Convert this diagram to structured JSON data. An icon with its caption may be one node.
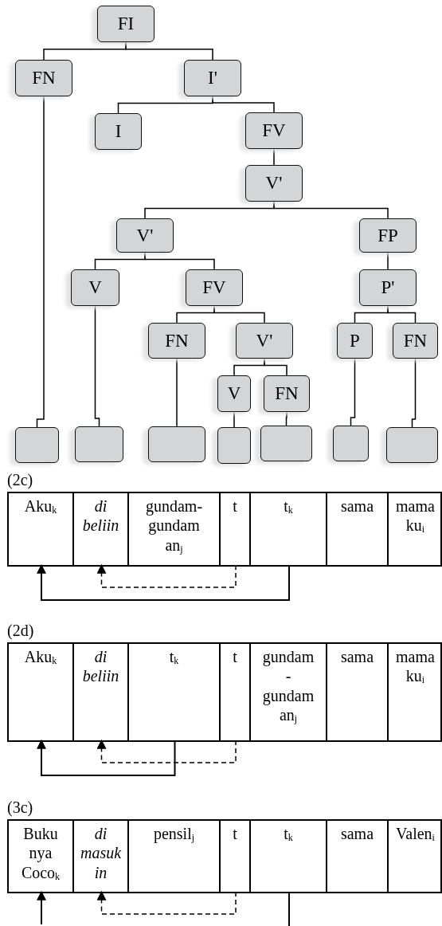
{
  "diagram": {
    "nodes": [
      {
        "text": [
          "FI"
        ]
      },
      {
        "text": [
          "FN"
        ]
      },
      {
        "text": [
          "I'"
        ]
      },
      {
        "text": [
          "I"
        ]
      },
      {
        "text": [
          "FV"
        ]
      },
      {
        "text": [
          "V'"
        ]
      },
      {
        "text": [
          "V'"
        ]
      },
      {
        "text": [
          "FP"
        ]
      },
      {
        "text": [
          "V"
        ]
      },
      {
        "text": [
          "FV"
        ]
      },
      {
        "text": [
          "P'"
        ]
      },
      {
        "text": [
          "FN"
        ]
      },
      {
        "text": [
          "V'"
        ]
      },
      {
        "text": [
          "P"
        ]
      },
      {
        "text": [
          "FN"
        ]
      },
      {
        "text": [
          "V"
        ]
      },
      {
        "text": [
          "FN"
        ]
      },
      {
        "text": [],
        "shape": "box"
      },
      {
        "text": [],
        "shape": "box"
      },
      {
        "text": [],
        "shape": "box"
      },
      {
        "text": [],
        "shape": "box"
      },
      {
        "text": [],
        "shape": "box"
      },
      {
        "text": [],
        "shape": "box"
      },
      {
        "text": [],
        "shape": "box"
      },
      {
        "text": [
          "(2c)"
        ]
      },
      {
        "text": [
          "Aku$_{k}$"
        ],
        "in": 24
      },
      {
        "text": [
          "di beliin"
        ],
        "in": 24
      },
      {
        "text": [
          "gundam- gundam an$_{j}$"
        ],
        "in": 24
      },
      {
        "text": [
          "t"
        ],
        "in": 24
      },
      {
        "text": [
          "t$_{k}$"
        ],
        "in": 24
      },
      {
        "text": [
          "sama"
        ],
        "in": 24
      },
      {
        "text": [
          "mama ku$_{i}$"
        ],
        "in": 24
      },
      {
        "text": [
          "(2d)"
        ]
      },
      {
        "text": [
          "Aku$_{k}$"
        ],
        "in": 32
      },
      {
        "text": [
          "di beliin"
        ],
        "in": 32
      },
      {
        "text": [
          "t$_{k}$"
        ],
        "in": 32
      },
      {
        "text": [
          "t"
        ],
        "in": 32
      },
      {
        "text": [
          "gundam - gundam an$_{j}$"
        ],
        "in": 32
      },
      {
        "text": [
          "sama"
        ],
        "in": 32
      },
      {
        "text": [
          "mama ku$_{i}$"
        ],
        "in": 32
      },
      {
        "text": [
          "(3c)"
        ]
      },
      {
        "text": [
          "Buku nya Coco$_{k}$"
        ],
        "in": 40
      },
      {
        "text": [
          "di masuk in"
        ],
        "in": 40
      },
      {
        "text": [
          "pensil$_{j}$"
        ],
        "in": 40
      },
      {
        "text": [
          "t"
        ],
        "in": 40
      },
      {
        "text": [
          "t$_{k}$"
        ],
        "in": 40
      },
      {
        "text": [
          "sama"
        ],
        "in": 40
      },
      {
        "text": [
          "Valen$_{i}$"
        ],
        "in": 40
      }
    ],
    "edges": [
      {
        "from": 0,
        "to": 1,
        "arrow": "none"
      },
      {
        "from": 0,
        "to": 2,
        "arrow": "none"
      },
      {
        "from": 2,
        "to": 3,
        "arrow": "none"
      },
      {
        "from": 2,
        "to": 4,
        "arrow": "none"
      },
      {
        "from": 4,
        "to": 5,
        "arrow": "none"
      },
      {
        "from": 5,
        "to": 6,
        "arrow": "none"
      },
      {
        "from": 5,
        "to": 7,
        "arrow": "none"
      },
      {
        "from": 6,
        "to": 8,
        "arrow": "none"
      },
      {
        "from": 6,
        "to": 9,
        "arrow": "none"
      },
      {
        "from": 7,
        "to": 10,
        "arrow": "none"
      },
      {
        "from": 9,
        "to": 11,
        "arrow": "none"
      },
      {
        "from": 9,
        "to": 12,
        "arrow": "none"
      },
      {
        "from": 10,
        "to": 13,
        "arrow": "none"
      },
      {
        "from": 10,
        "to": 14,
        "arrow": "none"
      },
      {
        "from": 12,
        "to": 15,
        "arrow": "none"
      },
      {
        "from": 12,
        "to": 16,
        "arrow": "none"
      },
      {
        "from": 1,
        "to": 17,
        "arrow": "none"
      },
      {
        "from": 8,
        "to": 18,
        "arrow": "none"
      },
      {
        "from": 11,
        "to": 19,
        "arrow": "none"
      },
      {
        "from": 15,
        "to": 20,
        "arrow": "none"
      },
      {
        "from": 16,
        "to": 21,
        "arrow": "none"
      },
      {
        "from": 13,
        "to": 22,
        "arrow": "none"
      },
      {
        "from": 14,
        "to": 23,
        "arrow": "none"
      },
      {
        "from": 29,
        "to": 25,
        "arrow": "to"
      },
      {
        "from": 28,
        "to": 26,
        "arrow": "to",
        "style": "dashed"
      },
      {
        "from": 35,
        "to": 33,
        "arrow": "to"
      },
      {
        "from": 36,
        "to": 34,
        "arrow": "to",
        "style": "dashed"
      },
      {
        "from": null,
        "to": 41,
        "arrow": "to"
      },
      {
        "from": 44,
        "to": 42,
        "arrow": "to",
        "style": "dashed"
      },
      {
        "from": 45,
        "to": null,
        "arrow": "none"
      }
    ]
  }
}
